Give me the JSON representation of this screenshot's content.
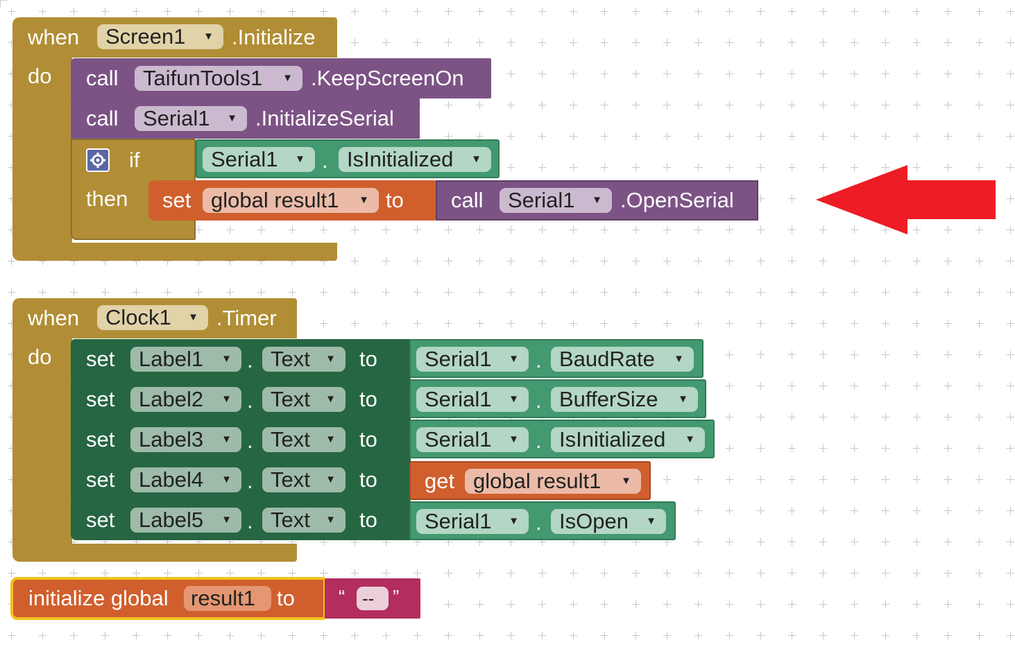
{
  "screen_init": {
    "when_label": "when",
    "component": "Screen1",
    "event": ".Initialize",
    "do_label": "do",
    "calls": [
      {
        "call_label": "call",
        "component": "TaifunTools1",
        "method": ".KeepScreenOn"
      },
      {
        "call_label": "call",
        "component": "Serial1",
        "method": ".InitializeSerial"
      }
    ],
    "if_block": {
      "if_label": "if",
      "then_label": "then",
      "condition": {
        "component": "Serial1",
        "dot": ".",
        "property": "IsInitialized"
      },
      "set_label": "set",
      "variable": "global result1",
      "to_label": "to",
      "value_call": {
        "call_label": "call",
        "component": "Serial1",
        "method": ".OpenSerial"
      }
    }
  },
  "clock_timer": {
    "when_label": "when",
    "component": "Clock1",
    "event": ".Timer",
    "do_label": "do",
    "rows": [
      {
        "set_label": "set",
        "label": "Label1",
        "dot": ".",
        "prop": "Text",
        "to_label": "to",
        "value_component": "Serial1",
        "value_dot": ".",
        "value_prop": "BaudRate"
      },
      {
        "set_label": "set",
        "label": "Label2",
        "dot": ".",
        "prop": "Text",
        "to_label": "to",
        "value_component": "Serial1",
        "value_dot": ".",
        "value_prop": "BufferSize"
      },
      {
        "set_label": "set",
        "label": "Label3",
        "dot": ".",
        "prop": "Text",
        "to_label": "to",
        "value_component": "Serial1",
        "value_dot": ".",
        "value_prop": "IsInitialized"
      },
      {
        "set_label": "set",
        "label": "Label4",
        "dot": ".",
        "prop": "Text",
        "to_label": "to",
        "get_label": "get",
        "get_var": "global result1"
      },
      {
        "set_label": "set",
        "label": "Label5",
        "dot": ".",
        "prop": "Text",
        "to_label": "to",
        "value_component": "Serial1",
        "value_dot": ".",
        "value_prop": "IsOpen"
      }
    ]
  },
  "init_global": {
    "label": "initialize global",
    "name": "result1",
    "to_label": "to",
    "open_quote": "“",
    "value": "--",
    "close_quote": "”"
  },
  "dropdown_arrow": "▼",
  "colors": {
    "event": "#b18e35",
    "procedure": "#7c5385",
    "variable": "#d05f2d",
    "component": "#439970",
    "component_setter": "#266643",
    "text": "#b32d5e",
    "arrow": "#ee1c24"
  }
}
